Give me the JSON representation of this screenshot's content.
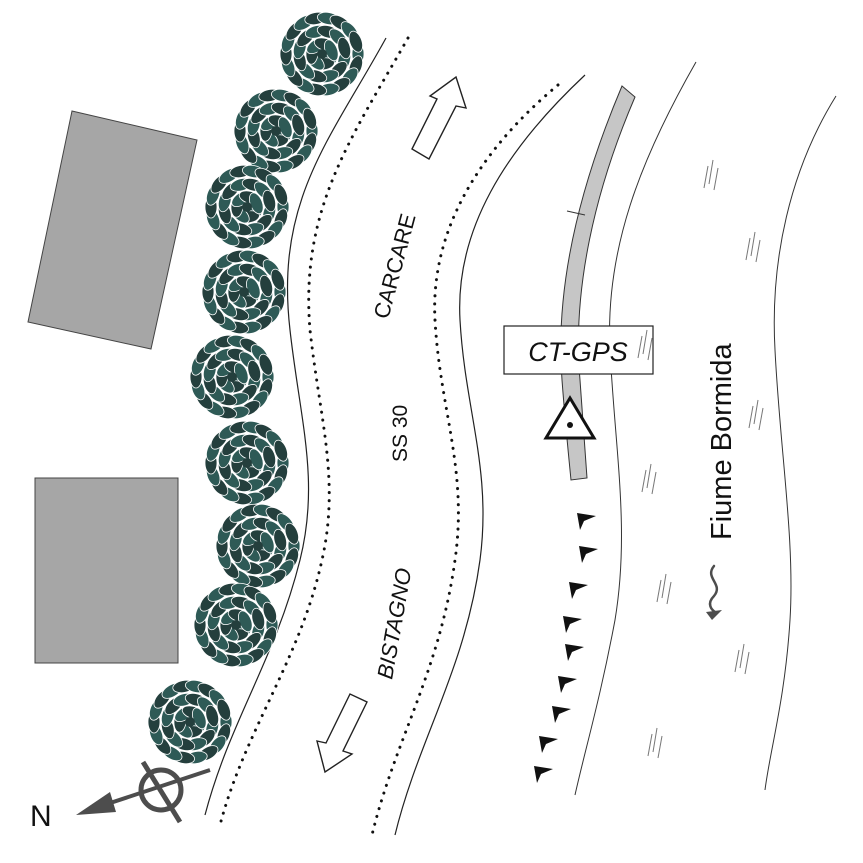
{
  "map": {
    "colors": {
      "background": "#ffffff",
      "building_fill": "#a6a6a6",
      "tree_fill": "#2e5a56",
      "tree_dark": "#243f3d",
      "stroke": "#111111",
      "embankment_fill": "#c6c6c6",
      "north_arrow": "#4d4d4d"
    },
    "road": {
      "name_ss": "SS 30",
      "direction_north_label": "CARCARE",
      "direction_south_label": "BISTAGNO"
    },
    "river": {
      "label": "Fiume Bormida"
    },
    "station": {
      "label": "CT-GPS",
      "icon": "triangle-survey-marker-icon"
    },
    "north_arrow": {
      "label": "N",
      "icon": "compass-crosshair-icon"
    },
    "legend_elements": {
      "buildings": 2,
      "trees": 9,
      "flow_markers": 9,
      "water_hatches": 8
    }
  }
}
